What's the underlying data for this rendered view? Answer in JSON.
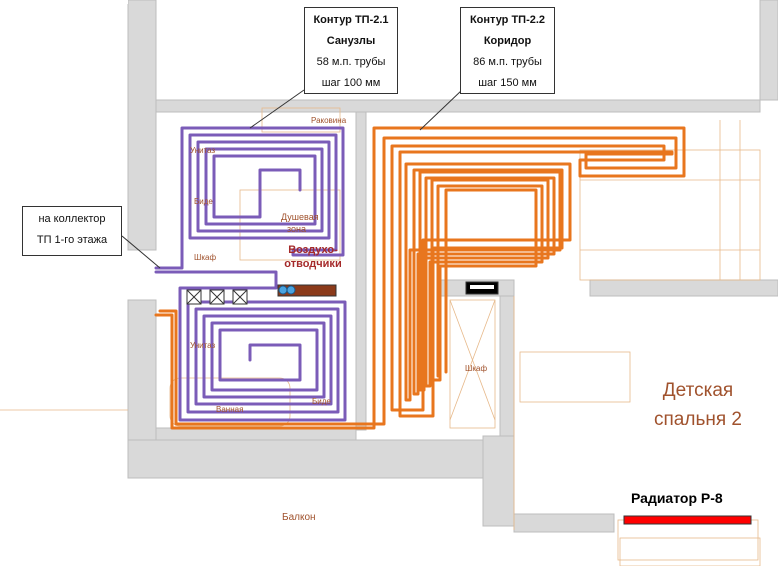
{
  "callouts": {
    "tp21": {
      "title": "Контур ТП-2.1",
      "subtitle": "Санузлы",
      "line1": "58 м.п. трубы",
      "line2": "шаг 100 мм"
    },
    "tp22": {
      "title": "Контур ТП-2.2",
      "subtitle": "Коридор",
      "line1": "86 м.п. трубы",
      "line2": "шаг 150 мм"
    },
    "collector": {
      "line1": "на коллектор",
      "line2": "ТП 1-го этажа"
    }
  },
  "labels": {
    "sink": "Раковина",
    "toilet_top": "Унитаз",
    "bidet_top": "Биде",
    "shower": "Душевая",
    "shower2": "зона",
    "cabinet_left": "Шкаф",
    "toilet_bottom": "Унитаз",
    "bidet_bottom": "Биде",
    "bath": "Ванная",
    "cabinet_mid": "Шкаф",
    "balcony": "Балкон",
    "air_vents_1": "Воздухо-",
    "air_vents_2": "отводчики",
    "room_1": "Детская",
    "room_2": "спальня 2",
    "radiator": "Радиатор Р-8"
  },
  "colors": {
    "loop_tp21": "#7b5cb8",
    "loop_tp22": "#e8761e",
    "walls": "#d9d9d9",
    "outline": "#e7b98a",
    "radiator": "#ff0000"
  }
}
